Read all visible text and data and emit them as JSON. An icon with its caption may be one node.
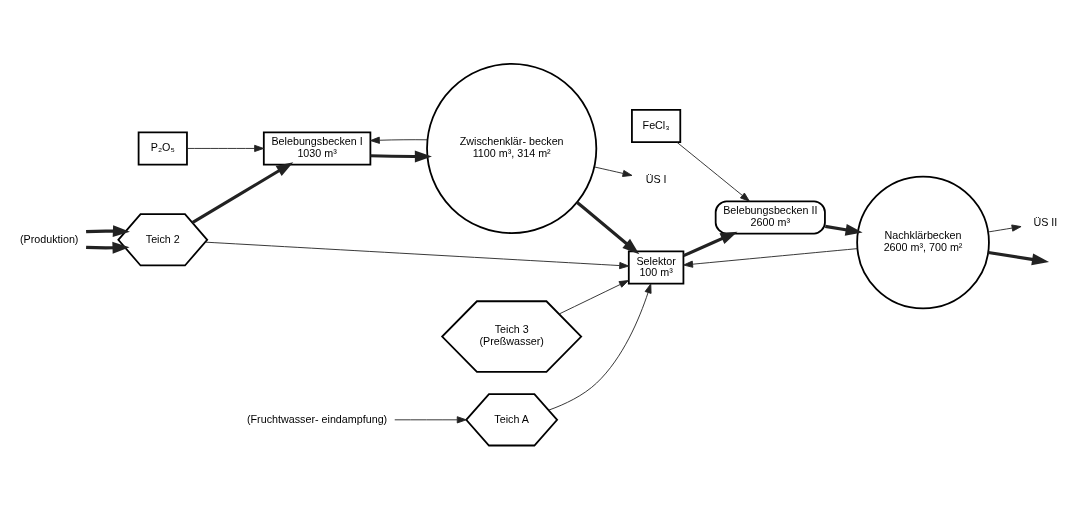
{
  "diagram": {
    "nodes": [
      {
        "text": [
          "Belebungsbecken I",
          "1030 m³"
        ]
      },
      {
        "text": [
          "Zwischenklär- becken",
          "1100 m³, 314 m²"
        ]
      },
      {
        "text": [
          "Selektor",
          "100 m³"
        ]
      },
      {
        "text": [
          "Belebungsbecken II",
          "2600 m³"
        ]
      },
      {
        "text": [
          "Nachklärbecken",
          "2600 m³, 700 m²"
        ]
      },
      {
        "text": [
          "ÜS I"
        ]
      },
      {
        "text": [
          "ÜS II"
        ]
      },
      {
        "text": [
          "P₂O₅"
        ]
      },
      {
        "text": [
          "FeCl₃"
        ]
      },
      {
        "text": [
          "Teich 2"
        ]
      },
      {
        "text": [
          "Teich 3",
          "(Preßwasser)"
        ]
      },
      {
        "text": [
          "Teich A"
        ]
      },
      {
        "text": [
          "(Produktion)"
        ]
      },
      {
        "text": [
          "(Fruchtwasser- eindampfung)"
        ]
      }
    ],
    "edges": [
      {
        "from": 0,
        "to": 1,
        "arrow": "to",
        "style": "thick"
      },
      {
        "from": 1,
        "to": 2,
        "arrow": "to",
        "style": "thick"
      },
      {
        "from": 2,
        "to": 3,
        "arrow": "to",
        "style": "thick"
      },
      {
        "from": 3,
        "to": 4,
        "arrow": "to",
        "style": "thick"
      },
      {
        "from": 4,
        "to": null,
        "arrow": "to",
        "style": "thick"
      },
      {
        "from": 1,
        "to": 5,
        "arrow": "to"
      },
      {
        "from": 1,
        "to": 0,
        "arrow": "to"
      },
      {
        "from": 4,
        "to": 6,
        "arrow": "to"
      },
      {
        "from": 4,
        "to": 2,
        "arrow": "to"
      },
      {
        "from": 7,
        "to": 0,
        "arrow": "to"
      },
      {
        "from": 8,
        "to": 3,
        "arrow": "to"
      },
      {
        "from": 9,
        "to": 0,
        "arrow": "to",
        "style": "thick"
      },
      {
        "from": 9,
        "to": 2,
        "arrow": "to"
      },
      {
        "from": 10,
        "to": 2,
        "arrow": "to"
      },
      {
        "from": 11,
        "to": 2,
        "arrow": "to"
      },
      {
        "from": 12,
        "to": 9,
        "arrow": "to",
        "style": "thick"
      },
      {
        "from": 12,
        "to": 9,
        "arrow": "to",
        "style": "thick"
      },
      {
        "from": 13,
        "to": 11,
        "arrow": "to"
      }
    ]
  }
}
